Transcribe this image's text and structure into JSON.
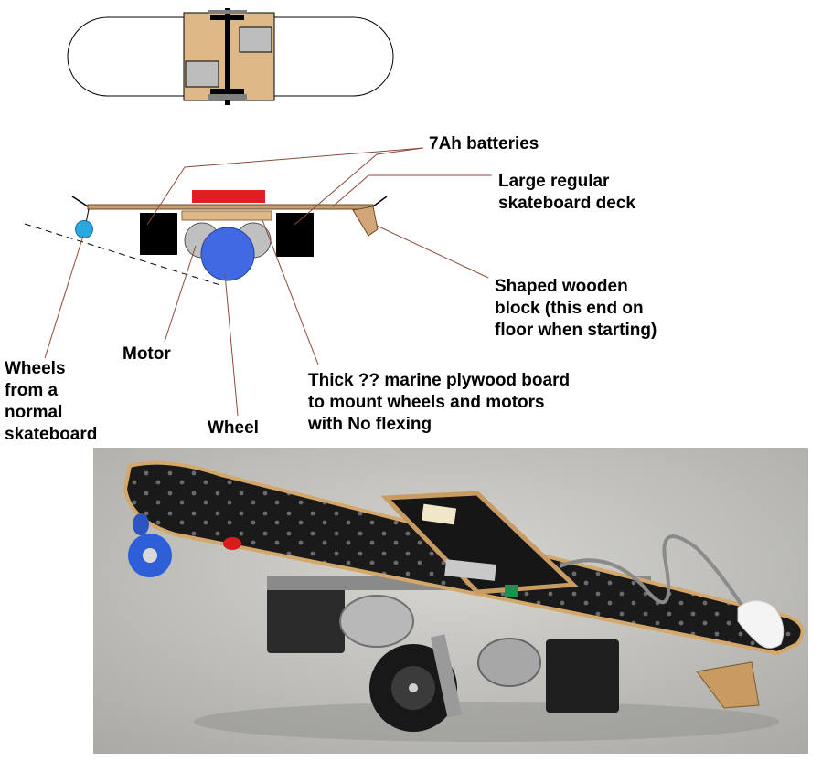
{
  "labels": {
    "batteries": "7Ah batteries",
    "deck": [
      "Large regular",
      "skateboard deck"
    ],
    "block": [
      "Shaped wooden",
      "block (this end on",
      "floor when starting)"
    ],
    "motor": "Motor",
    "skate_wheels": [
      "Wheels",
      "from a",
      "normal",
      "skateboard"
    ],
    "wheel": "Wheel",
    "plywood": [
      "Thick ?? marine plywood board",
      "to mount wheels and motors",
      "with No flexing"
    ]
  },
  "colors": {
    "deck_top_view": "#deb887",
    "battery": "#000000",
    "controller": "#e02020",
    "drive_wheel": "#4169e1",
    "motor": "#c0c0c0",
    "skate_wheel": "#29a9e0",
    "wood_block": "#d2a679",
    "leader_line": "#8b4a3a",
    "photo_grip_tape": "#1a1a1a",
    "photo_skate_wheel": "#2f5fd8",
    "photo_floor": "#c8c7c2"
  }
}
